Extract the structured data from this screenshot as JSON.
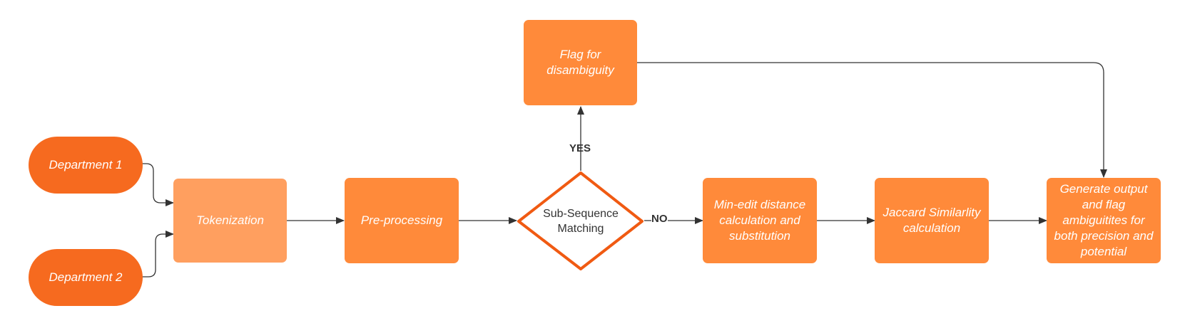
{
  "colors": {
    "terminal": "#f66a1f",
    "tokenization": "#ff9f5f",
    "process": "#ff8a3a",
    "diamond_border": "#f05a12",
    "edge": "#333333"
  },
  "nodes": {
    "dept1": "Department 1",
    "dept2": "Department 2",
    "tokenization": "Tokenization",
    "preprocessing": "Pre-processing",
    "decision": "Sub-Sequence Matching",
    "flag": "Flag for disambiguity",
    "minedit": "Min-edit distance calculation and substitution",
    "jaccard": "Jaccard Similarlity calculation",
    "output": "Generate output and flag ambiguitites for both precision and potential"
  },
  "edge_labels": {
    "yes": "YES",
    "no": "NO"
  }
}
